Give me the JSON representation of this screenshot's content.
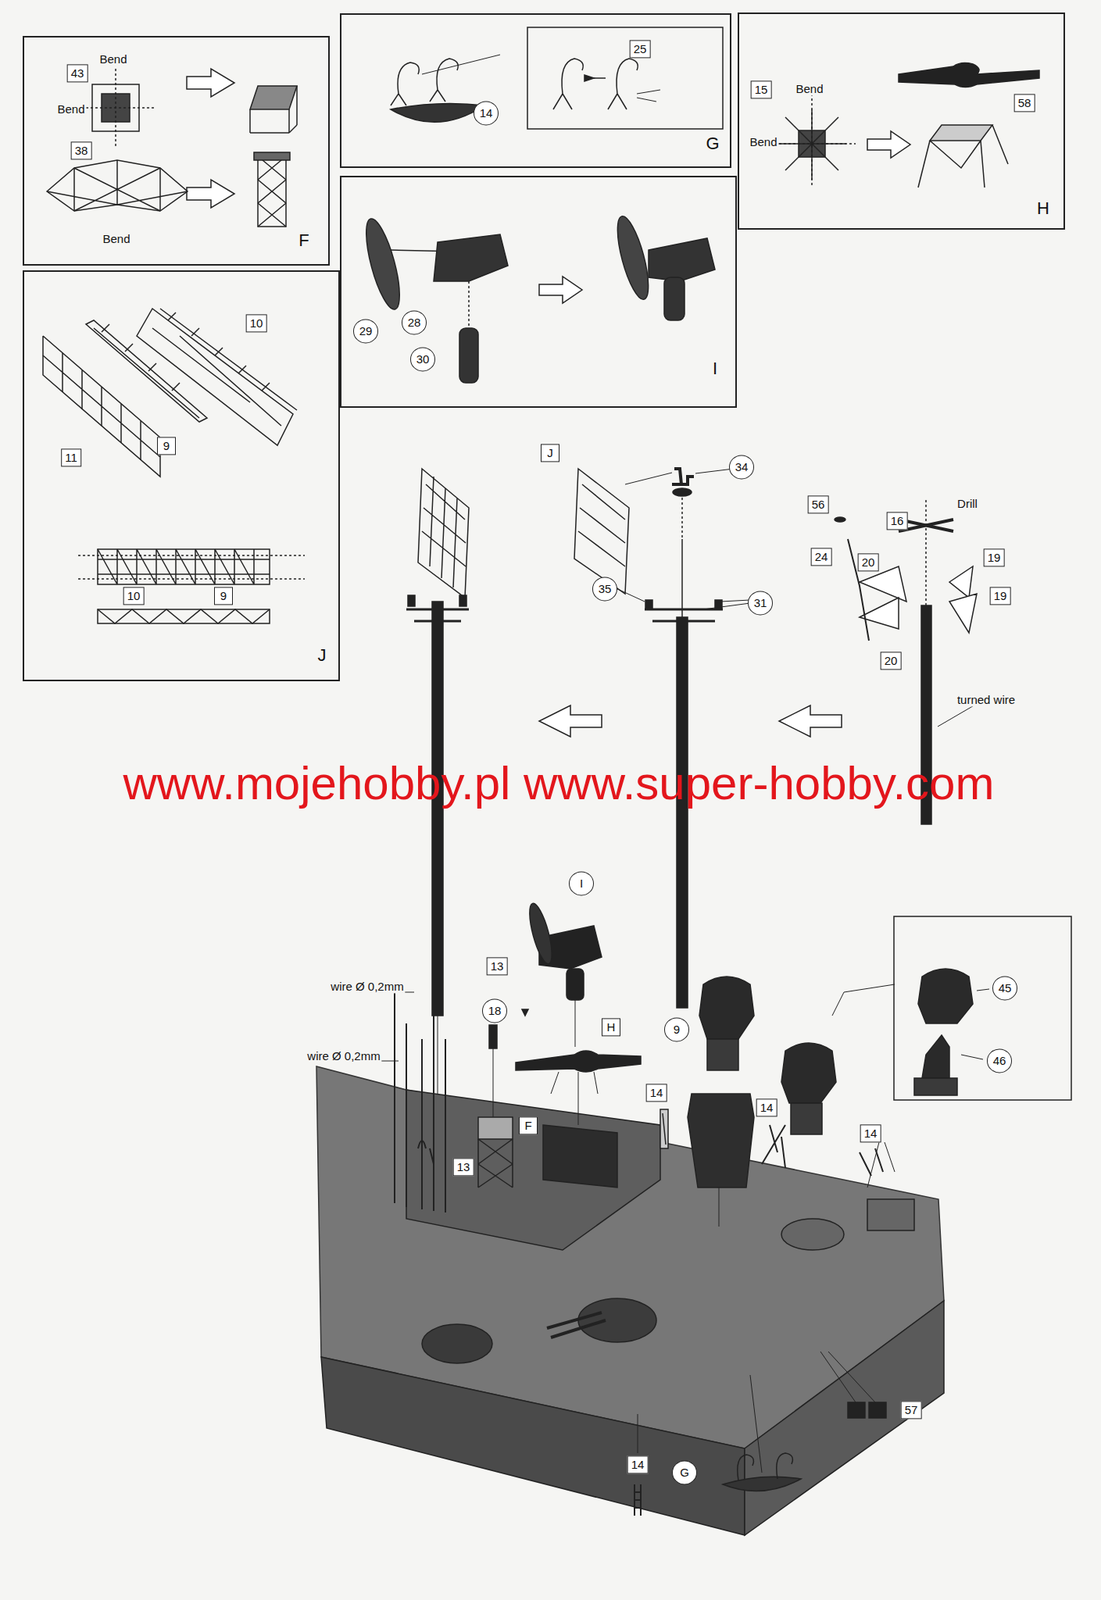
{
  "diagram": {
    "nodes": [
      {
        "text": [
          "F"
        ]
      },
      {
        "text": [
          "G"
        ]
      },
      {
        "text": [
          "H"
        ]
      },
      {
        "text": [
          "I"
        ]
      },
      {
        "text": [
          "J"
        ]
      }
    ],
    "labels": [
      "43",
      "Bend",
      "Bend",
      "38",
      "Bend",
      "14",
      "25",
      "15",
      "Bend",
      "Bend",
      "58",
      "29",
      "28",
      "30",
      "10",
      "11",
      "9",
      "10",
      "9",
      "J",
      "34",
      "35",
      "31",
      "56",
      "16",
      "Drill",
      "24",
      "20",
      "19",
      "19",
      "20",
      "turned wire",
      "www.mojehobby.pl www.super-hobby.com",
      "I",
      "13",
      "18",
      "H",
      "F",
      "13",
      "wire Ø 0,2mm",
      "wire Ø 0,2mm",
      "9",
      "14",
      "14",
      "14",
      "45",
      "46",
      "57",
      "14",
      "G"
    ]
  }
}
